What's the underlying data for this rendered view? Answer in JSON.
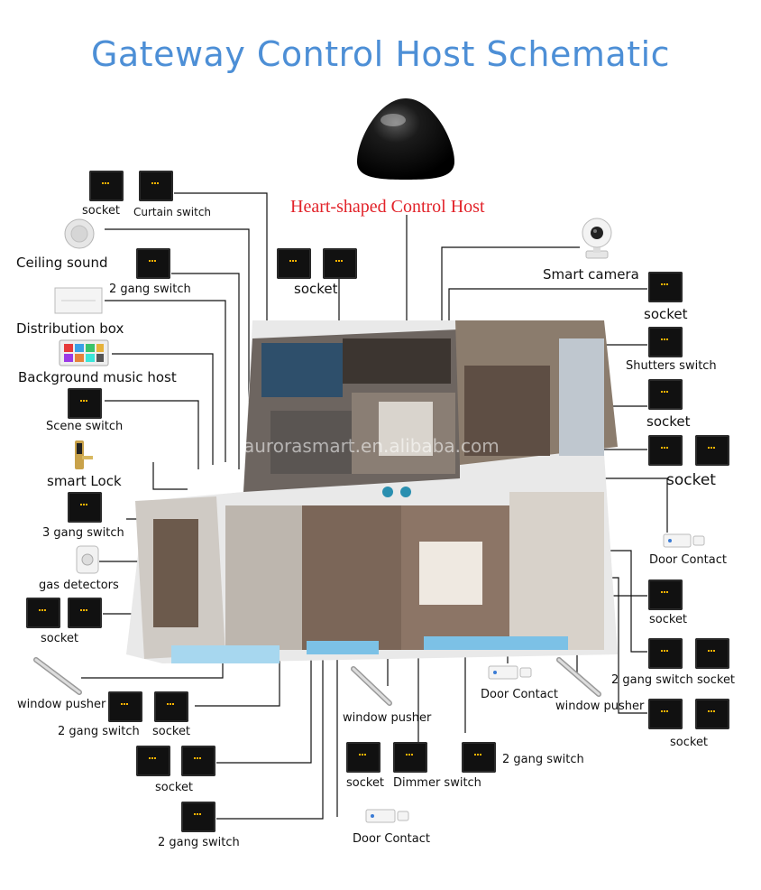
{
  "title": "Gateway Control Host Schematic",
  "host_label": "Heart-shaped Control Host",
  "watermark": "aurorasmart.en.alibaba.com",
  "labels": {
    "socket_1": "socket",
    "curtain_switch": "Curtain switch",
    "ceiling_sound": "Ceiling sound",
    "gang2_switch_1": "2 gang switch",
    "socket_2": "socket",
    "distribution_box": "Distribution box",
    "background_music_host": "Background music host",
    "scene_switch": "Scene switch",
    "smart_lock": "smart Lock",
    "gang3_switch": "3 gang switch",
    "gas_detectors": "gas detectors",
    "socket_3": "socket",
    "window_pusher_1": "window pusher",
    "gang2_switch_2": "2 gang switch",
    "socket_4": "socket",
    "socket_5": "socket",
    "gang2_switch_3": "2 gang switch",
    "smart_camera": "Smart camera",
    "socket_6": "socket",
    "shutters_switch": "Shutters switch",
    "socket_7": "socket",
    "socket_8": "socket",
    "door_contact_1": "Door Contact",
    "socket_9": "socket",
    "gang2_switch_4": "2 gang switch",
    "socket_10": "socket",
    "window_pusher_2": "window pusher",
    "socket_11": "socket",
    "window_pusher_3": "window pusher",
    "door_contact_2": "Door Contact",
    "socket_12": "socket",
    "dimmer_switch": "Dimmer switch",
    "gang2_switch_5": "2 gang switch",
    "door_contact_3": "Door Contact"
  },
  "icons": {
    "host": "gateway-host-dome",
    "camera": "camera-icon",
    "panel": "wall-switch-panel"
  },
  "colors": {
    "title": "#4d8fd6",
    "host_label": "#e2232a",
    "lines": "#111111"
  }
}
